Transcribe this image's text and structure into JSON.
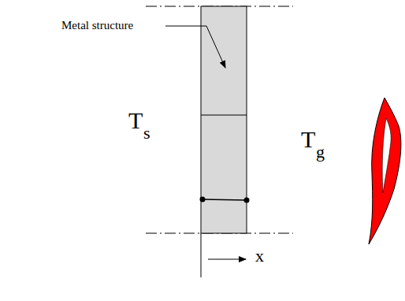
{
  "diagram": {
    "labels": [
      "Metal structure",
      "T",
      "s",
      "T",
      "g",
      "x"
    ]
  }
}
